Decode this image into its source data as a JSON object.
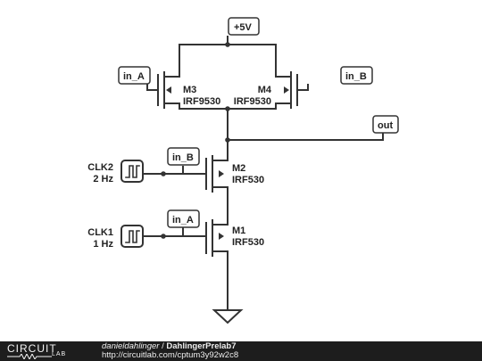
{
  "supply": {
    "label": "+5V"
  },
  "nets": {
    "in_a_top": "in_A",
    "in_b_top": "in_B",
    "out": "out",
    "in_b_m2": "in_B",
    "in_a_m1": "in_A"
  },
  "transistors": {
    "m3": {
      "name": "M3",
      "part": "IRF9530"
    },
    "m4": {
      "name": "M4",
      "part": "IRF9530"
    },
    "m2": {
      "name": "M2",
      "part": "IRF530"
    },
    "m1": {
      "name": "M1",
      "part": "IRF530"
    }
  },
  "clocks": {
    "clk2": {
      "name": "CLK2",
      "freq": "2 Hz"
    },
    "clk1": {
      "name": "CLK1",
      "freq": "1 Hz"
    }
  },
  "footer": {
    "logo_top": "CIRCUIT",
    "logo_bottom": "LAB",
    "author": "danieldahlinger",
    "separator": " / ",
    "title": "DahlingerPrelab7",
    "url": "http://circuitlab.com/cptum3y92w2c8"
  }
}
